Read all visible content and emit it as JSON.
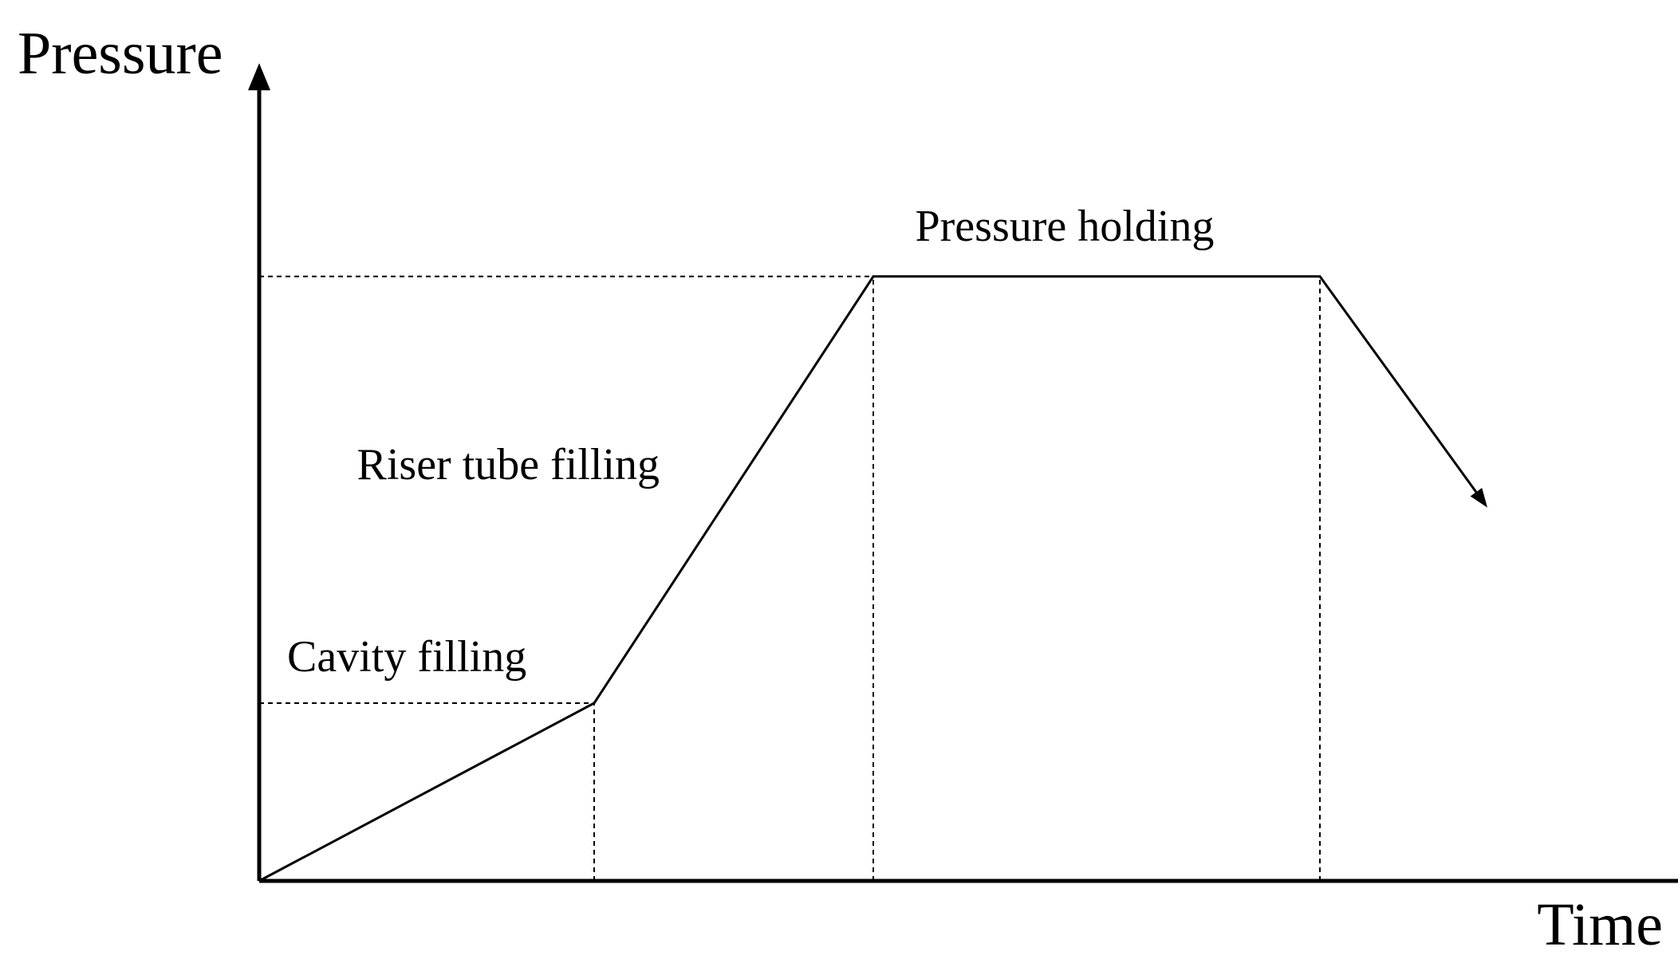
{
  "chart_data": {
    "type": "line",
    "xlabel": "Time",
    "ylabel": "Pressure",
    "grid": false,
    "x": [
      0,
      1.2,
      2.2,
      3.8,
      4.4
    ],
    "y": [
      0,
      1,
      3.4,
      3.4,
      2.1
    ],
    "xlim": [
      0,
      5.5
    ],
    "ylim": [
      0,
      4.6
    ],
    "reference_lines": [
      {
        "kind": "horizontal",
        "y": 1
      },
      {
        "kind": "horizontal",
        "y": 3.4
      },
      {
        "kind": "vertical",
        "x": 1.2
      },
      {
        "kind": "vertical",
        "x": 2.2
      },
      {
        "kind": "vertical",
        "x": 3.8
      }
    ],
    "annotations": [
      {
        "text": "Cavity filling",
        "x": 0.1,
        "y": 1.18
      },
      {
        "text": "Riser tube filling",
        "x": 0.35,
        "y": 2.26
      },
      {
        "text": "Pressure holding",
        "x": 2.35,
        "y": 3.6
      }
    ],
    "colors": {
      "line": "#000000",
      "axis": "#000000",
      "background": "#ffffff"
    }
  }
}
